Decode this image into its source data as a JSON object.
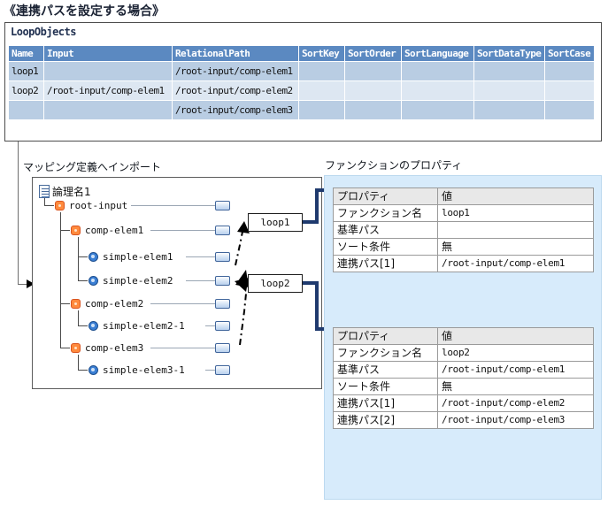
{
  "title": "《連携パスを設定する場合》",
  "loop_objects": {
    "panel_title": "LoopObjects",
    "columns": [
      "Name",
      "Input",
      "RelationalPath",
      "SortKey",
      "SortOrder",
      "SortLanguage",
      "SortDataType",
      "SortCase"
    ],
    "rows": [
      {
        "Name": "loop1",
        "Input": "",
        "RelationalPath": "/root-input/comp-elem1",
        "SortKey": "",
        "SortOrder": "",
        "SortLanguage": "",
        "SortDataType": "",
        "SortCase": ""
      },
      {
        "Name": "loop2",
        "Input": "/root-input/comp-elem1",
        "RelationalPath": "/root-input/comp-elem2",
        "SortKey": "",
        "SortOrder": "",
        "SortLanguage": "",
        "SortDataType": "",
        "SortCase": ""
      },
      {
        "Name": "",
        "Input": "",
        "RelationalPath": "/root-input/comp-elem3",
        "SortKey": "",
        "SortOrder": "",
        "SortLanguage": "",
        "SortDataType": "",
        "SortCase": ""
      }
    ]
  },
  "tree_section": {
    "caption": "マッピング定義へインポート",
    "nodes": [
      {
        "label": "論理名1",
        "icon": "document-icon",
        "port": false
      },
      {
        "label": "root-input",
        "icon": "complex-element-icon",
        "port": true
      },
      {
        "label": "comp-elem1",
        "icon": "complex-element-icon",
        "port": true
      },
      {
        "label": "simple-elem1",
        "icon": "simple-element-icon",
        "port": true
      },
      {
        "label": "simple-elem2",
        "icon": "simple-element-icon",
        "port": true
      },
      {
        "label": "comp-elem2",
        "icon": "complex-element-icon",
        "port": true
      },
      {
        "label": "simple-elem2-1",
        "icon": "simple-element-icon",
        "port": true
      },
      {
        "label": "comp-elem3",
        "icon": "complex-element-icon",
        "port": true
      },
      {
        "label": "simple-elem3-1",
        "icon": "simple-element-icon",
        "port": true
      }
    ],
    "loop_boxes": [
      {
        "label": "loop1"
      },
      {
        "label": "loop2"
      }
    ]
  },
  "properties_section": {
    "caption": "ファンクションのプロパティ",
    "tables": [
      {
        "header": {
          "property": "プロパティ",
          "value": "値"
        },
        "rows": [
          {
            "property": "ファンクション名",
            "value": "loop1"
          },
          {
            "property": "基準パス",
            "value": ""
          },
          {
            "property": "ソート条件",
            "value": "無"
          },
          {
            "property": "連携パス[1]",
            "value": "/root-input/comp-elem1"
          }
        ]
      },
      {
        "header": {
          "property": "プロパティ",
          "value": "値"
        },
        "rows": [
          {
            "property": "ファンクション名",
            "value": "loop2"
          },
          {
            "property": "基準パス",
            "value": "/root-input/comp-elem1"
          },
          {
            "property": "ソート条件",
            "value": "無"
          },
          {
            "property": "連携パス[1]",
            "value": "/root-input/comp-elem2"
          },
          {
            "property": "連携パス[2]",
            "value": "/root-input/comp-elem3"
          }
        ]
      }
    ]
  },
  "colors": {
    "table_header_blue": "#5b89c1",
    "row_odd": "#b9cde3",
    "row_even": "#dde7f2",
    "panel_blue": "#d7ebfb",
    "connector_navy": "#1f3a6e",
    "node_orange": "#ff8a3d",
    "node_blue": "#3b7fd4"
  }
}
